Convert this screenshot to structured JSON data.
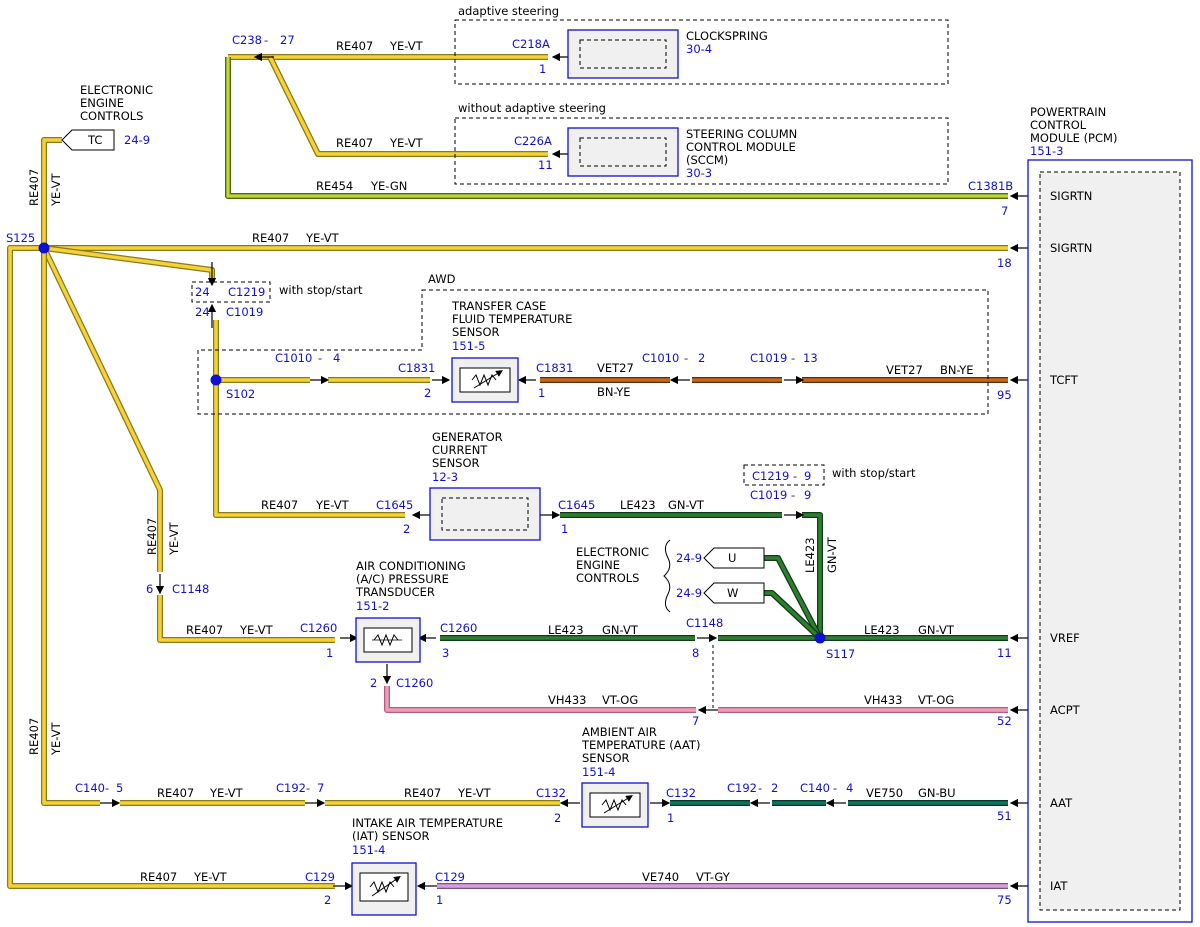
{
  "colors": {
    "yellow": "#f5d13a",
    "yellow_edge": "#8a7a1a",
    "green": "#2e7d32",
    "green_edge": "#0d3d10",
    "ye_gn": "#9acd32",
    "orange": "#c8661a",
    "pink": "#f29cb7",
    "violet": "#d99ee0",
    "teal": "#12715e",
    "blue": "#1010d0",
    "module_fill": "#f0f0f0"
  },
  "groups": {
    "adaptive": "adaptive steering",
    "without_adaptive": "without adaptive steering",
    "awd": "AWD",
    "stop_start_1": "with stop/start",
    "stop_start_2": "with stop/start"
  },
  "components": {
    "clockspring": {
      "name": "CLOCKSPRING",
      "ref": "30-4"
    },
    "sccm": {
      "line1": "STEERING COLUMN",
      "line2": "CONTROL MODULE",
      "line3": "(SCCM)",
      "ref": "30-3"
    },
    "pcm": {
      "line1": "POWERTRAIN",
      "line2": "CONTROL",
      "line3": "MODULE (PCM)",
      "ref": "151-3"
    },
    "eec_top": {
      "line1": "ELECTRONIC",
      "line2": "ENGINE",
      "line3": "CONTROLS",
      "tag": "TC",
      "ref": "24-9"
    },
    "tcft": {
      "line1": "TRANSFER CASE",
      "line2": "FLUID TEMPERATURE",
      "line3": "SENSOR",
      "ref": "151-5"
    },
    "gcs": {
      "line1": "GENERATOR",
      "line2": "CURRENT",
      "line3": "SENSOR",
      "ref": "12-3"
    },
    "acpt": {
      "line1": "AIR CONDITIONING",
      "line2": "(A/C) PRESSURE",
      "line3": "TRANSDUCER",
      "ref": "151-2"
    },
    "aat": {
      "line1": "AMBIENT AIR",
      "line2": "TEMPERATURE (AAT)",
      "line3": "SENSOR",
      "ref": "151-4"
    },
    "iat": {
      "line1": "INTAKE AIR TEMPERATURE",
      "line2": "(IAT) SENSOR",
      "ref": "151-4"
    },
    "eec_mid": {
      "line1": "ELECTRONIC",
      "line2": "ENGINE",
      "line3": "CONTROLS",
      "tag_u": "U",
      "tag_w": "W",
      "ref_u": "24-9",
      "ref_w": "24-9"
    }
  },
  "pcm_pins": {
    "sigrtn1": {
      "name": "SIGRTN",
      "connector": "C1381B",
      "pin": "7"
    },
    "sigrtn2": {
      "name": "SIGRTN",
      "pin": "18"
    },
    "tcft": {
      "name": "TCFT",
      "pin": "95"
    },
    "vref": {
      "name": "VREF",
      "pin": "11"
    },
    "acpt": {
      "name": "ACPT",
      "pin": "52"
    },
    "aat": {
      "name": "AAT",
      "pin": "51"
    },
    "iat": {
      "name": "IAT",
      "pin": "75"
    }
  },
  "splices": {
    "s125": "S125",
    "s102": "S102",
    "s117": "S117"
  },
  "wires": {
    "re407": "RE407",
    "ye_vt": "YE-VT",
    "re454": "RE454",
    "ye_gn": "YE-GN",
    "vet27": "VET27",
    "bn_ye": "BN-YE",
    "le423": "LE423",
    "gn_vt": "GN-VT",
    "vh433": "VH433",
    "vt_og": "VT-OG",
    "ve750": "VE750",
    "gn_bu": "GN-BU",
    "ve740": "VE740",
    "vt_gy": "VT-GY"
  },
  "connectors": {
    "c238": "C238",
    "c238_pin": "27",
    "dash": "-",
    "c218a": "C218A",
    "c218a_pin": "1",
    "c226a": "C226A",
    "c226a_pin": "11",
    "c1219": "C1219",
    "c1219_pin": "24",
    "c1019": "C1019",
    "c1019_pin": "24",
    "c1010": "C1010",
    "c1010_pin_a": "4",
    "c1010_pin_b": "2",
    "c1831": "C1831",
    "c1831_pin_a": "2",
    "c1831_pin_b": "1",
    "c1019_pin_b": "13",
    "c1645": "C1645",
    "c1645_pin_a": "2",
    "c1645_pin_b": "1",
    "c1219_pin_b": "9",
    "c1019_pin_c": "9",
    "c1148": "C1148",
    "c1148_pin_a": "6",
    "c1148_pin_b": "8",
    "c1148_pin_c": "7",
    "c1260": "C1260",
    "c1260_pin_a": "1",
    "c1260_pin_b": "3",
    "c1260_pin_c": "2",
    "c140": "C140",
    "c140_pin_a": "5",
    "c140_pin_b": "4",
    "c192": "C192",
    "c192_pin_a": "7",
    "c192_pin_b": "2",
    "c132": "C132",
    "c132_pin_a": "2",
    "c132_pin_b": "1",
    "c129": "C129",
    "c129_pin_a": "2",
    "c129_pin_b": "1"
  }
}
